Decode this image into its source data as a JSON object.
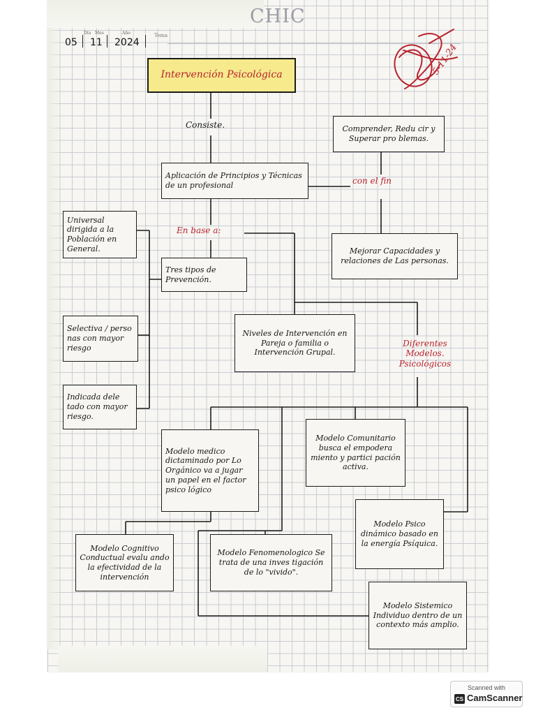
{
  "header": {
    "brand": "CHIC",
    "date_labels": {
      "day": "Día",
      "month": "Mes",
      "year": "Año",
      "topic": "Tema"
    },
    "date_values": {
      "day": "05",
      "month": "11",
      "year": "2024"
    }
  },
  "stamp": {
    "date_text": "5-11-24"
  },
  "diagram": {
    "title": "Intervención Psicológica",
    "consiste_label": "Consiste.",
    "aplicacion": "Aplicación de Principios y Técnicas de un profesional",
    "con_el_fin_label": "con el fin",
    "comprender": "Comprender, Redu cir y Superar pro blemas.",
    "mejorar": "Mejorar Capacidades y relaciones de Las personas.",
    "en_base_label": "En base a:",
    "tres_tipos": "Tres tipos de Prevención.",
    "universal": "Universal dirigida a la Población en General.",
    "selectiva": "Selectiva / perso nas con mayor riesgo",
    "indicada": "Indicada dele tado con mayor riesgo.",
    "niveles": "Niveles de Intervención en Pareja o familia o Intervención Grupal.",
    "diferentes_label": "Diferentes Modelos. Psicológicos",
    "modelo_medico": "Modelo medico dictaminado por Lo Orgánico va a jugar un papel en el factor psico lógico",
    "modelo_comunitario": "Modelo Comunitario busca el empodera miento y partici pación activa.",
    "modelo_psicodinamico": "Modelo Psico dinámico basado en la energía Psíquica.",
    "modelo_cognitivo": "Modelo Cognitivo Conductual evalu ando la efectividad de la intervención",
    "modelo_fenomenologico": "Modelo Fenomenologico Se trata de una inves tigación de lo \"vivido\".",
    "modelo_sistemico": "Modelo Sistemico Individuo dentro de un contexto más amplio."
  },
  "scanner": {
    "caption": "Scanned with",
    "logo": "CS",
    "name": "CamScanner"
  },
  "colors": {
    "title_highlight": "#f6ea8c",
    "ink_red": "#b8232f",
    "ink_black": "#151515",
    "grid": "#c9ccd3"
  }
}
